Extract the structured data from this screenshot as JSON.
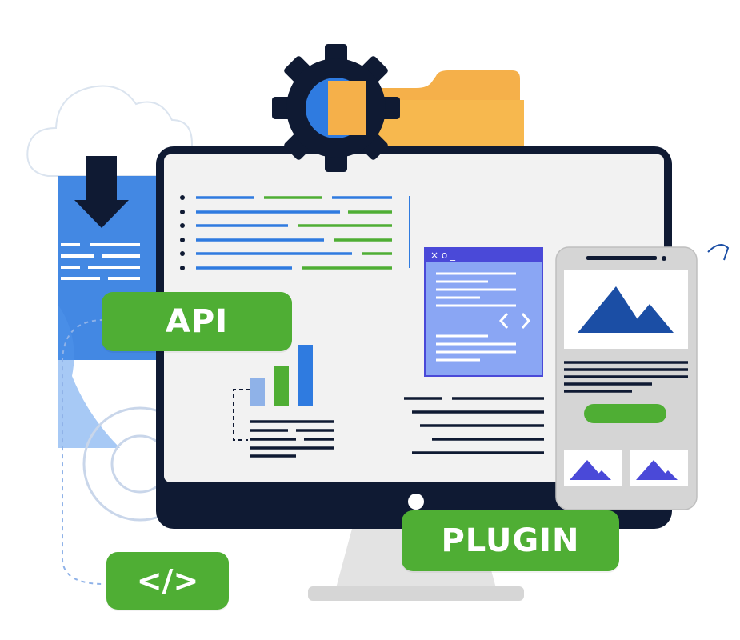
{
  "labels": {
    "api": "API",
    "plugin": "PLUGIN",
    "code": "</>"
  },
  "window_controls": "× o _",
  "colors": {
    "green": "#4fae34",
    "blue": "#2f7be0",
    "navy": "#0f1a33",
    "orange": "#f5b04a",
    "indigo": "#4a49d8",
    "mountain_blue": "#1b4ea5",
    "light_gray": "#f2f2f2",
    "stand_gray": "#d9d9d9",
    "window_blue": "#8aa6f4"
  },
  "icons": [
    "cloud-icon",
    "download-arrow-icon",
    "gear-icon",
    "folder-icon",
    "code-brackets-icon",
    "mountain-image-icon",
    "bar-chart-icon"
  ]
}
